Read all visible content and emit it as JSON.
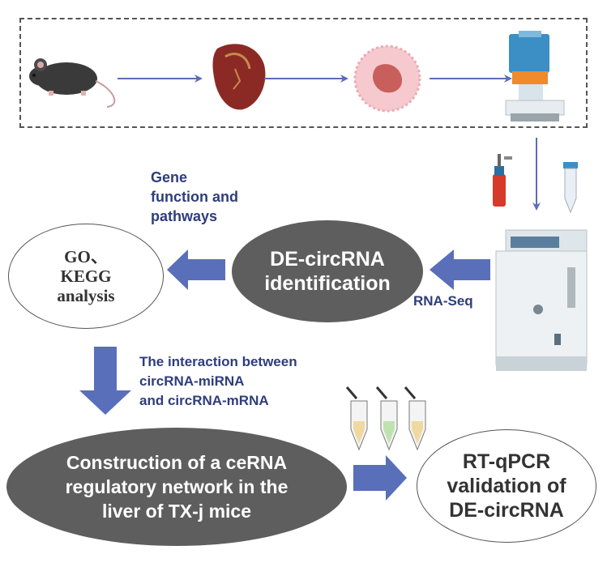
{
  "labels": {
    "gene_function": [
      "Gene",
      "function and",
      "pathways"
    ],
    "rna_seq": "RNA-Seq",
    "interaction": [
      "The interaction between",
      "circRNA-miRNA",
      "and circRNA-mRNA"
    ]
  },
  "nodes": {
    "go_kegg": [
      "GO、",
      "KEGG",
      "analysis"
    ],
    "de_circrna": [
      "DE-circRNA",
      "identification"
    ],
    "cerna": [
      "Construction of a ceRNA",
      "regulatory network in the",
      "liver of  TX-j mice"
    ],
    "rt_qpcr": [
      "RT-qPCR",
      "validation of",
      "DE-circRNA"
    ]
  },
  "colors": {
    "arrow_thin": "#5b6db5",
    "arrow_block": "#5a6fba",
    "label_text": "#2e3d7c",
    "dark_node": "#5e5e5e"
  },
  "icons": [
    "mouse-icon",
    "liver-icon",
    "cell-icon",
    "homogenizer-icon",
    "reagent-bottle-icon",
    "centrifuge-tube-icon",
    "cryostat-machine-icon",
    "pcr-tube-icon"
  ]
}
